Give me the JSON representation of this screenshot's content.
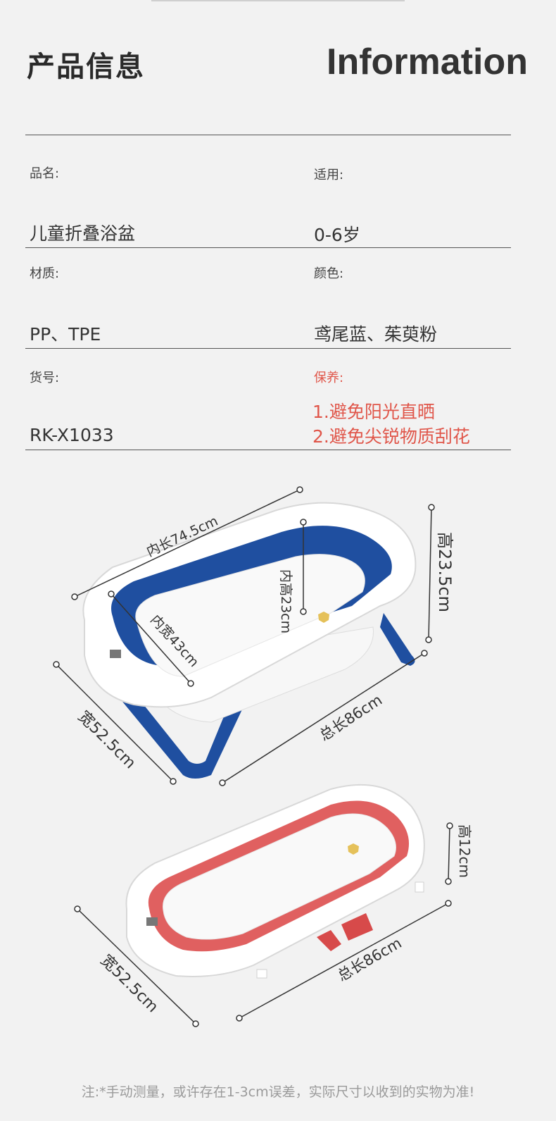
{
  "header": {
    "title_cn": "产品信息",
    "title_en": "Information"
  },
  "specs": {
    "name_label": "品名:",
    "name_value": "儿童折叠浴盆",
    "age_label": "适用:",
    "age_value": "0-6岁",
    "material_label": "材质:",
    "material_value": "PP、TPE",
    "color_label": "颜色:",
    "color_value": "鸢尾蓝、茱萸粉",
    "sku_label": "货号:",
    "sku_value": "RK-X1033",
    "care_label": "保养:",
    "care_items": [
      "1.避免阳光直晒",
      "2.避免尖锐物质刮花"
    ]
  },
  "dimensions": {
    "blue_tub": {
      "inner_length": "内长74.5cm",
      "inner_height": "内高23cm",
      "inner_width": "内宽43cm",
      "height": "高23.5cm",
      "width": "宽52.5cm",
      "total_length": "总长86cm"
    },
    "pink_tub": {
      "height": "高12cm",
      "width": "宽52.5cm",
      "total_length": "总长86cm"
    }
  },
  "colors": {
    "blue": "#1f4fa0",
    "pink": "#e06060",
    "care_text": "#e0564a"
  },
  "footer": {
    "note": "注:*手动测量，或许存在1-3cm误差，实际尺寸以收到的实物为准!"
  }
}
